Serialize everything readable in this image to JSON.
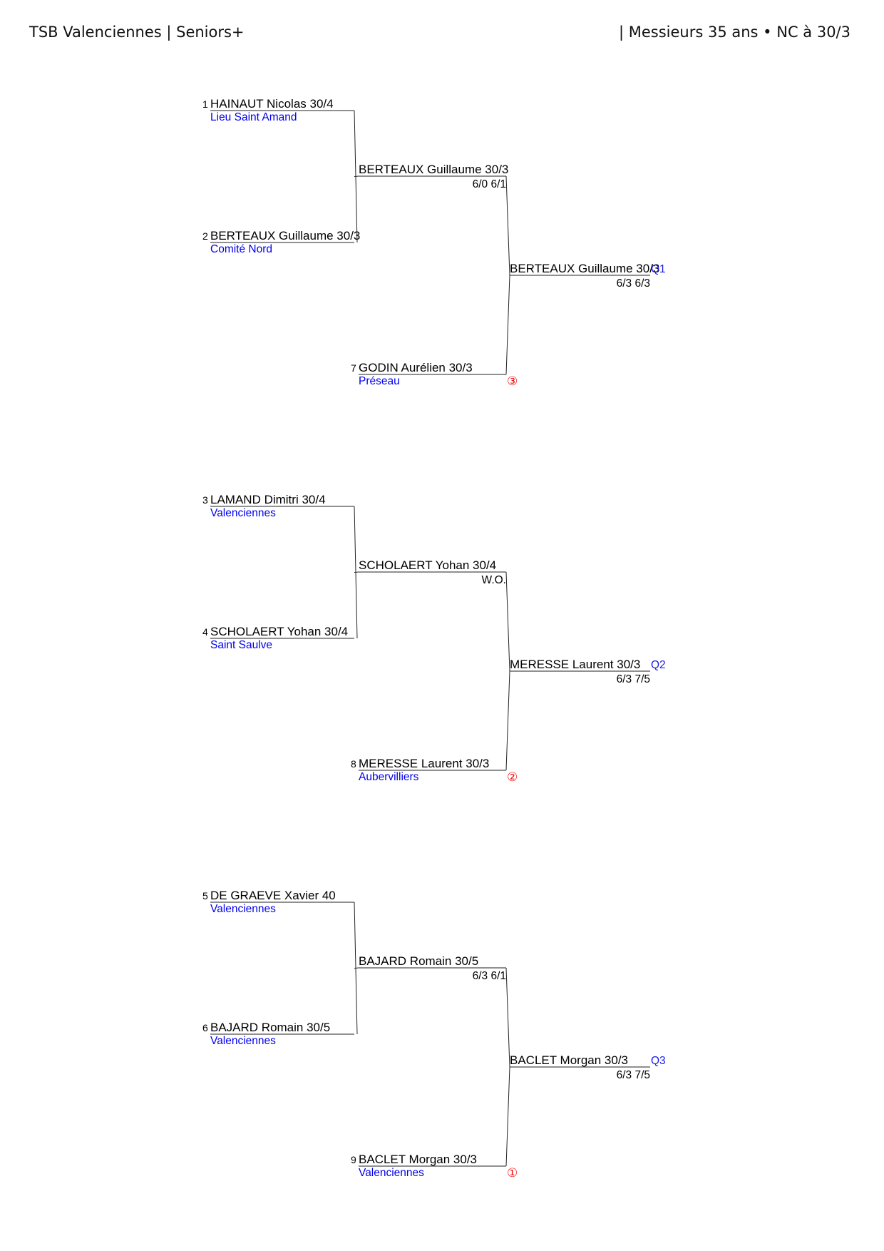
{
  "header": {
    "left": "TSB Valenciennes | Seniors+",
    "right": "| Messieurs 35 ans • NC à 30/3"
  },
  "sections": [
    {
      "round1": [
        {
          "seed": "1",
          "name": "HAINAUT Nicolas 30/4",
          "club": "Lieu Saint Amand"
        },
        {
          "seed": "2",
          "name": "BERTEAUX Guillaume 30/3",
          "club": "Comité Nord"
        }
      ],
      "round1_winner": {
        "name": "BERTEAUX Guillaume 30/3",
        "score": "6/0 6/1"
      },
      "entrant": {
        "seed": "7",
        "name": "GODIN Aurélien 30/3",
        "club": "Préseau",
        "marker": "③"
      },
      "final": {
        "name": "BERTEAUX Guillaume 30/3",
        "score": "6/3 6/3",
        "qualifier": "Q1"
      }
    },
    {
      "round1": [
        {
          "seed": "3",
          "name": "LAMAND Dimitri 30/4",
          "club": "Valenciennes"
        },
        {
          "seed": "4",
          "name": "SCHOLAERT Yohan 30/4",
          "club": "Saint Saulve"
        }
      ],
      "round1_winner": {
        "name": "SCHOLAERT Yohan 30/4",
        "score": "W.O."
      },
      "entrant": {
        "seed": "8",
        "name": "MERESSE Laurent 30/3",
        "club": "Aubervilliers",
        "marker": "②"
      },
      "final": {
        "name": "MERESSE Laurent 30/3",
        "score": "6/3 7/5",
        "qualifier": "Q2"
      }
    },
    {
      "round1": [
        {
          "seed": "5",
          "name": "DE GRAEVE Xavier 40",
          "club": "Valenciennes"
        },
        {
          "seed": "6",
          "name": "BAJARD Romain 30/5",
          "club": "Valenciennes"
        }
      ],
      "round1_winner": {
        "name": "BAJARD Romain 30/5",
        "score": "6/3 6/1"
      },
      "entrant": {
        "seed": "9",
        "name": "BACLET Morgan 30/3",
        "club": "Valenciennes",
        "marker": "①"
      },
      "final": {
        "name": "BACLET Morgan 30/3",
        "score": "6/3 7/5",
        "qualifier": "Q3"
      }
    }
  ]
}
